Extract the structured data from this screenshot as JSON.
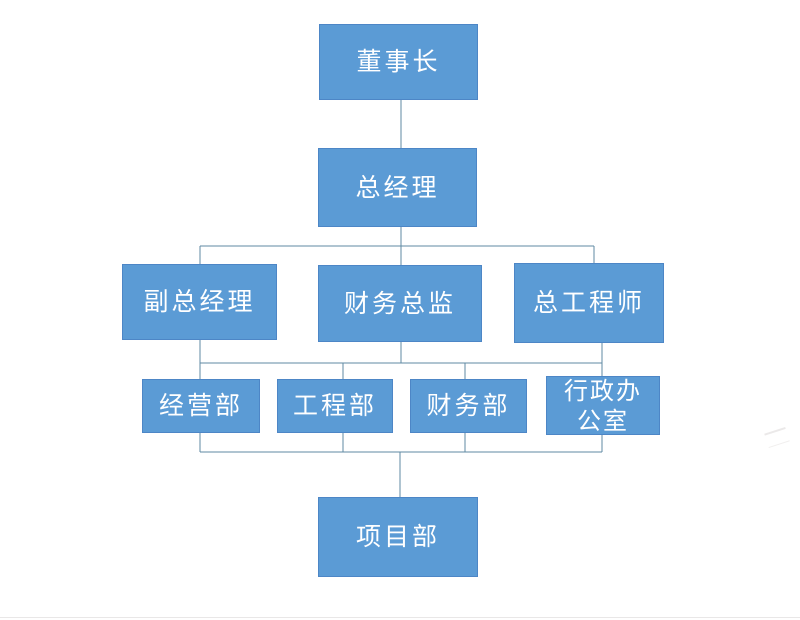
{
  "diagram": {
    "type": "org-chart",
    "nodes": [
      {
        "id": "chairman",
        "label": "董事长",
        "level": 1
      },
      {
        "id": "gm",
        "label": "总经理",
        "level": 2
      },
      {
        "id": "dgm",
        "label": "副总经理",
        "level": 3
      },
      {
        "id": "cfo",
        "label": "财务总监",
        "level": 3
      },
      {
        "id": "ce",
        "label": "总工程师",
        "level": 3
      },
      {
        "id": "business",
        "label": "经营部",
        "level": 4
      },
      {
        "id": "engineering",
        "label": "工程部",
        "level": 4
      },
      {
        "id": "finance",
        "label": "财务部",
        "level": 4
      },
      {
        "id": "admin",
        "label": "行政办\n公室",
        "level": 4
      },
      {
        "id": "project",
        "label": "项目部",
        "level": 5
      }
    ],
    "connections": [
      {
        "parents": [
          "chairman"
        ],
        "children": [
          "gm"
        ]
      },
      {
        "parents": [
          "gm"
        ],
        "children": [
          "dgm",
          "cfo",
          "ce"
        ]
      },
      {
        "parents": [
          "dgm",
          "cfo",
          "ce"
        ],
        "children": [
          "business",
          "engineering",
          "finance",
          "admin"
        ]
      },
      {
        "parents": [
          "business",
          "engineering",
          "finance",
          "admin"
        ],
        "children": [
          "project"
        ]
      }
    ],
    "colors": {
      "node_fill": "#5b9bd5",
      "node_border": "#4d86c6",
      "node_text": "#ffffff",
      "connector": "#5f8aa3",
      "background": "#ffffff"
    }
  }
}
